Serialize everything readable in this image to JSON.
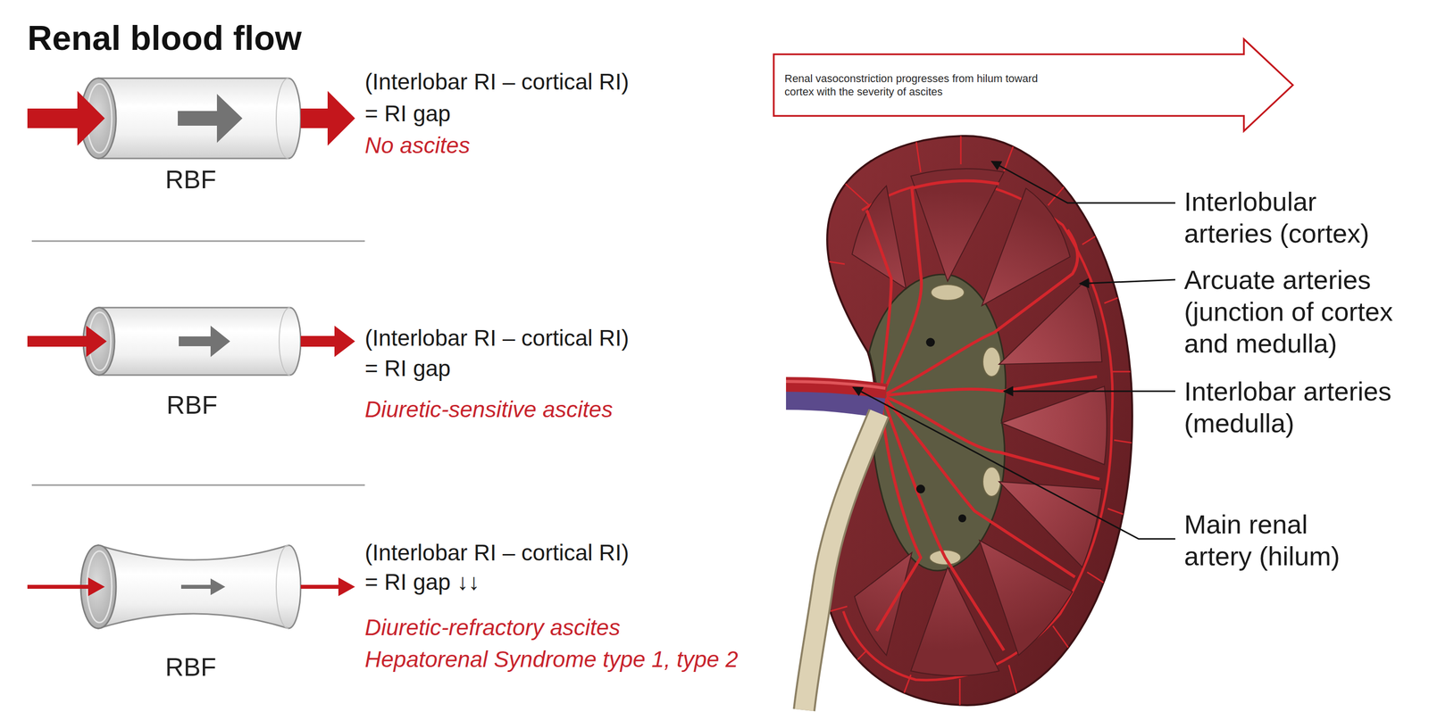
{
  "diagram": {
    "title": "Renal blood flow",
    "nodes": [
      {
        "text": [
          "RBF"
        ]
      },
      {
        "text": [
          "RBF"
        ]
      },
      {
        "text": [
          "RBF"
        ]
      },
      {
        "text": [
          "Renal vasoconstriction progresses from hilum toward cortex with the severity of ascites"
        ]
      }
    ],
    "labels": [
      "(Interlobar RI – cortical RI)",
      "= RI gap",
      "No ascites",
      "(Interlobar RI – cortical RI)",
      "= RI gap",
      "Diuretic-sensitive ascites",
      "(Interlobar RI – cortical RI)",
      "= RI gap ↓↓",
      "Diuretic-refractory ascites",
      "Hepatorenal Syndrome type 1, type 2",
      "Interlobular arteries (cortex)",
      "Arcuate arteries (junction of cortex and medulla)",
      "Interlobar arteries (medulla)",
      "Main renal artery (hilum)"
    ]
  }
}
